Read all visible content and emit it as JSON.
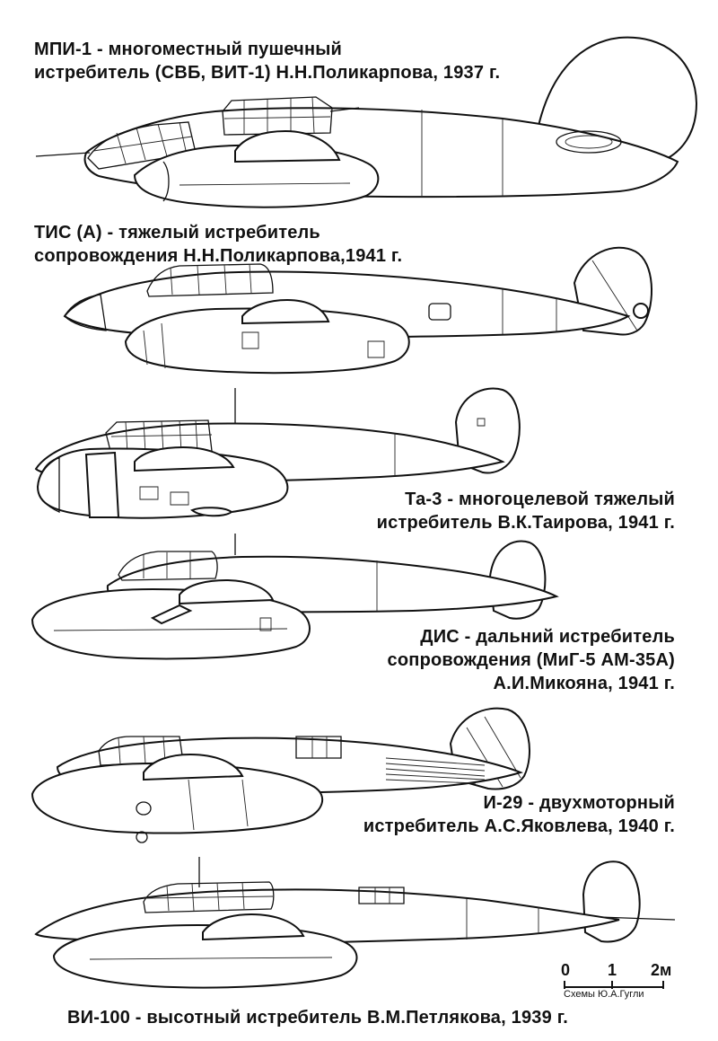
{
  "aircraft": [
    {
      "id": "mpi1",
      "line1": "МПИ-1 - многоместный пушечный",
      "line2": "истребитель (СВБ, ВИТ-1) Н.Н.Поликарпова, 1937 г."
    },
    {
      "id": "tis",
      "line1": "ТИС (А) - тяжелый истребитель",
      "line2": "сопровождения  Н.Н.Поликарпова,1941 г."
    },
    {
      "id": "ta3",
      "line1": "Та-3 - многоцелевой тяжелый",
      "line2": "истребитель В.К.Таирова, 1941 г."
    },
    {
      "id": "dis",
      "line1": "ДИС - дальний истребитель",
      "line2": "сопровождения (МиГ-5 АМ-35А)",
      "line3": "А.И.Микояна, 1941 г."
    },
    {
      "id": "i29",
      "line1": "И-29 - двухмоторный",
      "line2": "истребитель А.С.Яковлева, 1940 г."
    },
    {
      "id": "vi100",
      "line1": "ВИ-100 - высотный истребитель В.М.Петлякова, 1939 г."
    }
  ],
  "scale": {
    "tick0": "0",
    "tick1": "1",
    "tick2": "2м",
    "credit": "Схемы Ю.А.Гугли"
  }
}
